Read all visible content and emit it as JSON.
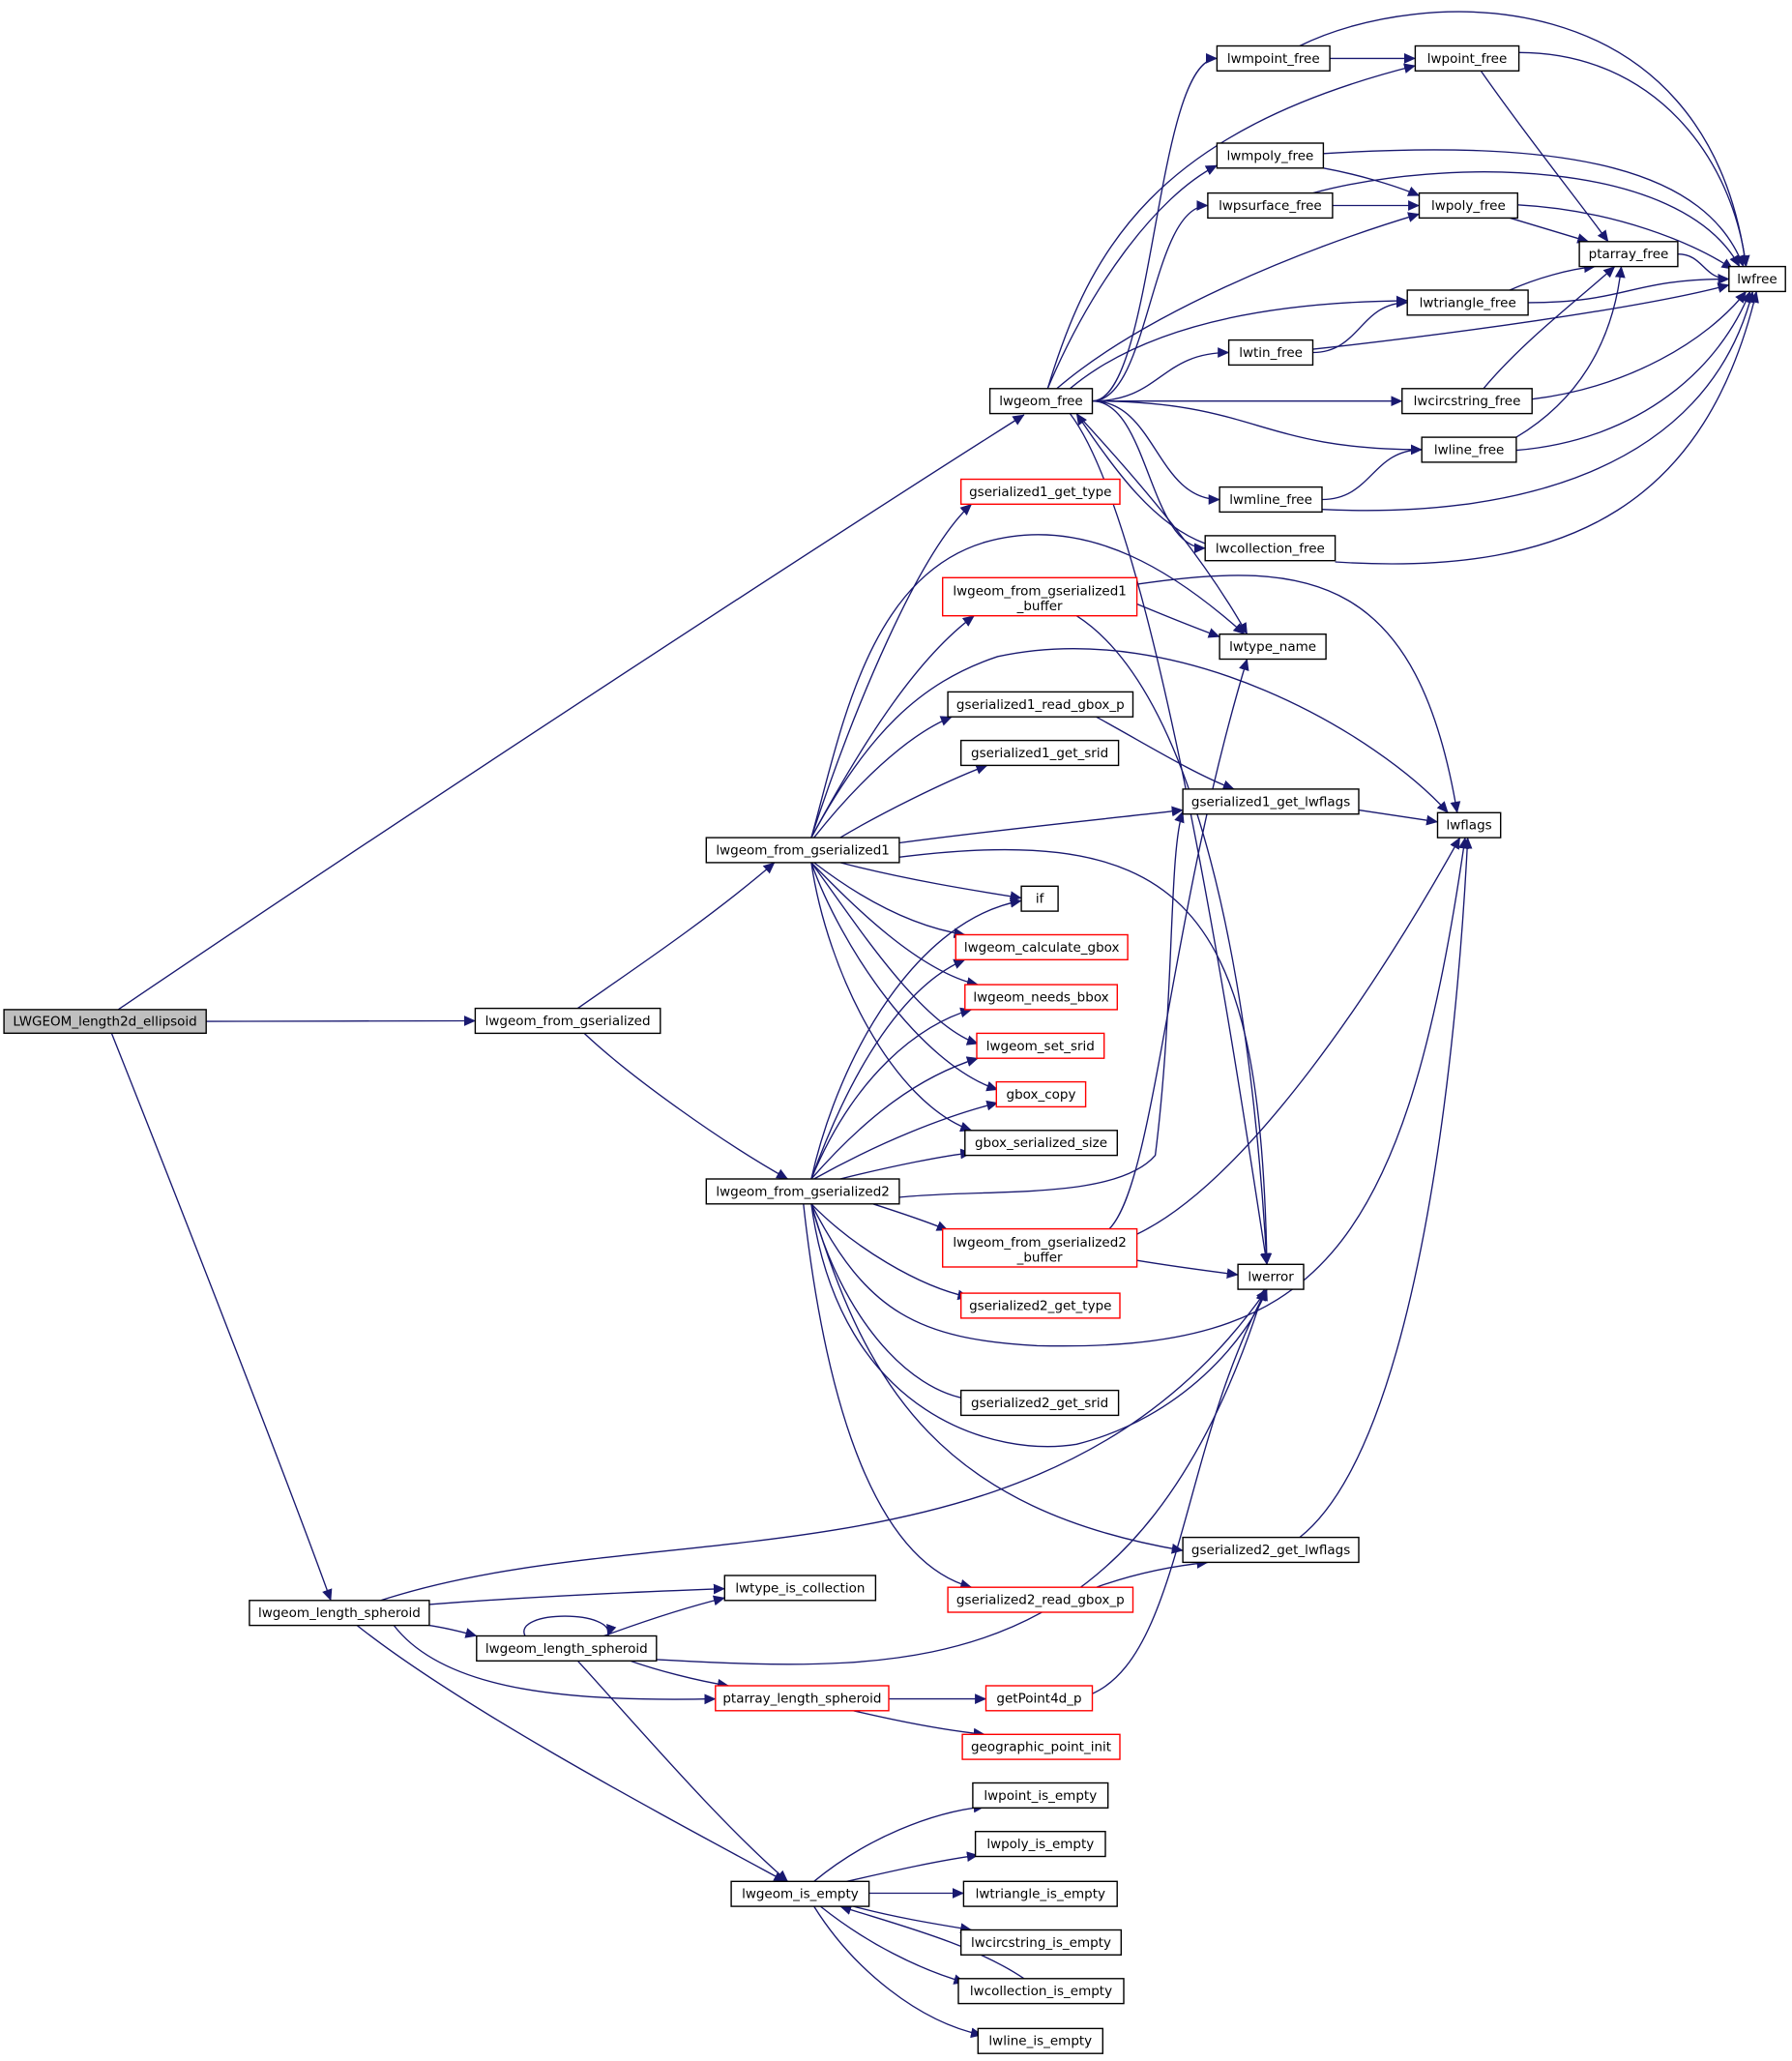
{
  "colors": {
    "edge": "#191970",
    "node_border": "#000000",
    "node_border_incomplete": "#ff0000",
    "node_fill": "#ffffff",
    "root_fill": "#bfbfbf",
    "label": "#000000"
  },
  "nodes": {
    "root": {
      "label": "LWGEOM_length2d_ellipsoid",
      "style": "root"
    },
    "lwgeom_free": {
      "label": "lwgeom_free",
      "style": "normal"
    },
    "lwmpoint_free": {
      "label": "lwmpoint_free",
      "style": "normal"
    },
    "lwpoint_free": {
      "label": "lwpoint_free",
      "style": "normal"
    },
    "lwmpoly_free": {
      "label": "lwmpoly_free",
      "style": "normal"
    },
    "lwpsurface_free": {
      "label": "lwpsurface_free",
      "style": "normal"
    },
    "lwpoly_free": {
      "label": "lwpoly_free",
      "style": "normal"
    },
    "ptarray_free": {
      "label": "ptarray_free",
      "style": "normal"
    },
    "lwfree": {
      "label": "lwfree",
      "style": "normal"
    },
    "lwtriangle_free": {
      "label": "lwtriangle_free",
      "style": "normal"
    },
    "lwtin_free": {
      "label": "lwtin_free",
      "style": "normal"
    },
    "lwcircstring_free": {
      "label": "lwcircstring_free",
      "style": "normal"
    },
    "lwline_free": {
      "label": "lwline_free",
      "style": "normal"
    },
    "lwmline_free": {
      "label": "lwmline_free",
      "style": "normal"
    },
    "lwcollection_free": {
      "label": "lwcollection_free",
      "style": "normal"
    },
    "gserialized1_get_type": {
      "label": "gserialized1_get_type",
      "style": "incomplete"
    },
    "lwgeom_from_gserialized1_buffer": {
      "label": "lwgeom_from_gserialized1",
      "label2": "_buffer",
      "style": "incomplete"
    },
    "lwtype_name": {
      "label": "lwtype_name",
      "style": "normal"
    },
    "gserialized1_read_gbox_p": {
      "label": "gserialized1_read_gbox_p",
      "style": "normal"
    },
    "gserialized1_get_srid": {
      "label": "gserialized1_get_srid",
      "style": "normal"
    },
    "gserialized1_get_lwflags": {
      "label": "gserialized1_get_lwflags",
      "style": "normal"
    },
    "lwflags": {
      "label": "lwflags",
      "style": "normal"
    },
    "lwgeom_from_gserialized1": {
      "label": "lwgeom_from_gserialized1",
      "style": "normal"
    },
    "if": {
      "label": "if",
      "style": "normal"
    },
    "lwgeom_calculate_gbox": {
      "label": "lwgeom_calculate_gbox",
      "style": "incomplete"
    },
    "lwgeom_needs_bbox": {
      "label": "lwgeom_needs_bbox",
      "style": "incomplete"
    },
    "lwgeom_from_gserialized": {
      "label": "lwgeom_from_gserialized",
      "style": "normal"
    },
    "lwgeom_set_srid": {
      "label": "lwgeom_set_srid",
      "style": "incomplete"
    },
    "gbox_copy": {
      "label": "gbox_copy",
      "style": "incomplete"
    },
    "gbox_serialized_size": {
      "label": "gbox_serialized_size",
      "style": "normal"
    },
    "lwgeom_from_gserialized2": {
      "label": "lwgeom_from_gserialized2",
      "style": "normal"
    },
    "lwgeom_from_gserialized2_buffer": {
      "label": "lwgeom_from_gserialized2",
      "label2": "_buffer",
      "style": "incomplete"
    },
    "lwerror": {
      "label": "lwerror",
      "style": "normal"
    },
    "gserialized2_get_type": {
      "label": "gserialized2_get_type",
      "style": "incomplete"
    },
    "gserialized2_get_srid": {
      "label": "gserialized2_get_srid",
      "style": "normal"
    },
    "gserialized2_get_lwflags": {
      "label": "gserialized2_get_lwflags",
      "style": "normal"
    },
    "lwgeom_length_spheroid_outer": {
      "label": "lwgeom_length_spheroid",
      "style": "normal"
    },
    "lwtype_is_collection": {
      "label": "lwtype_is_collection",
      "style": "normal"
    },
    "gserialized2_read_gbox_p": {
      "label": "gserialized2_read_gbox_p",
      "style": "incomplete"
    },
    "lwgeom_length_spheroid_inner": {
      "label": "lwgeom_length_spheroid",
      "style": "normal"
    },
    "ptarray_length_spheroid": {
      "label": "ptarray_length_spheroid",
      "style": "incomplete"
    },
    "getPoint4d_p": {
      "label": "getPoint4d_p",
      "style": "incomplete"
    },
    "geographic_point_init": {
      "label": "geographic_point_init",
      "style": "incomplete"
    },
    "lwpoint_is_empty": {
      "label": "lwpoint_is_empty",
      "style": "normal"
    },
    "lwpoly_is_empty": {
      "label": "lwpoly_is_empty",
      "style": "normal"
    },
    "lwgeom_is_empty": {
      "label": "lwgeom_is_empty",
      "style": "normal"
    },
    "lwtriangle_is_empty": {
      "label": "lwtriangle_is_empty",
      "style": "normal"
    },
    "lwcircstring_is_empty": {
      "label": "lwcircstring_is_empty",
      "style": "normal"
    },
    "lwcollection_is_empty": {
      "label": "lwcollection_is_empty",
      "style": "normal"
    },
    "lwline_is_empty": {
      "label": "lwline_is_empty",
      "style": "normal"
    }
  },
  "edges": [
    [
      "root",
      "lwgeom_free"
    ],
    [
      "root",
      "lwgeom_from_gserialized"
    ],
    [
      "root",
      "lwgeom_length_spheroid_outer"
    ],
    [
      "lwgeom_free",
      "lwmpoint_free"
    ],
    [
      "lwgeom_free",
      "lwpoint_free"
    ],
    [
      "lwgeom_free",
      "lwmpoly_free"
    ],
    [
      "lwgeom_free",
      "lwpsurface_free"
    ],
    [
      "lwgeom_free",
      "lwpoly_free"
    ],
    [
      "lwgeom_free",
      "lwtriangle_free"
    ],
    [
      "lwgeom_free",
      "lwtin_free"
    ],
    [
      "lwgeom_free",
      "lwcircstring_free"
    ],
    [
      "lwgeom_free",
      "lwline_free"
    ],
    [
      "lwgeom_free",
      "lwmline_free"
    ],
    [
      "lwgeom_free",
      "lwcollection_free"
    ],
    [
      "lwgeom_free",
      "lwtype_name"
    ],
    [
      "lwgeom_free",
      "lwerror"
    ],
    [
      "lwmpoint_free",
      "lwpoint_free"
    ],
    [
      "lwmpoint_free",
      "lwfree"
    ],
    [
      "lwpoint_free",
      "ptarray_free"
    ],
    [
      "lwpoint_free",
      "lwfree"
    ],
    [
      "lwmpoly_free",
      "lwpoly_free"
    ],
    [
      "lwmpoly_free",
      "lwfree"
    ],
    [
      "lwpsurface_free",
      "lwpoly_free"
    ],
    [
      "lwpsurface_free",
      "lwfree"
    ],
    [
      "lwpoly_free",
      "ptarray_free"
    ],
    [
      "lwpoly_free",
      "lwfree"
    ],
    [
      "ptarray_free",
      "lwfree"
    ],
    [
      "lwtriangle_free",
      "ptarray_free"
    ],
    [
      "lwtriangle_free",
      "lwfree"
    ],
    [
      "lwtin_free",
      "lwtriangle_free"
    ],
    [
      "lwtin_free",
      "lwfree"
    ],
    [
      "lwcircstring_free",
      "ptarray_free"
    ],
    [
      "lwcircstring_free",
      "lwfree"
    ],
    [
      "lwline_free",
      "ptarray_free"
    ],
    [
      "lwline_free",
      "lwfree"
    ],
    [
      "lwmline_free",
      "lwline_free"
    ],
    [
      "lwmline_free",
      "lwfree"
    ],
    [
      "lwcollection_free",
      "lwgeom_free"
    ],
    [
      "lwcollection_free",
      "lwfree"
    ],
    [
      "lwgeom_from_gserialized",
      "lwgeom_from_gserialized1"
    ],
    [
      "lwgeom_from_gserialized",
      "lwgeom_from_gserialized2"
    ],
    [
      "lwgeom_from_gserialized1",
      "gserialized1_get_type"
    ],
    [
      "lwgeom_from_gserialized1",
      "lwgeom_from_gserialized1_buffer"
    ],
    [
      "lwgeom_from_gserialized1",
      "lwtype_name"
    ],
    [
      "lwgeom_from_gserialized1",
      "gserialized1_read_gbox_p"
    ],
    [
      "lwgeom_from_gserialized1",
      "gserialized1_get_srid"
    ],
    [
      "lwgeom_from_gserialized1",
      "gserialized1_get_lwflags"
    ],
    [
      "lwgeom_from_gserialized1",
      "lwflags"
    ],
    [
      "lwgeom_from_gserialized1",
      "if"
    ],
    [
      "lwgeom_from_gserialized1",
      "lwgeom_calculate_gbox"
    ],
    [
      "lwgeom_from_gserialized1",
      "lwgeom_needs_bbox"
    ],
    [
      "lwgeom_from_gserialized1",
      "lwgeom_set_srid"
    ],
    [
      "lwgeom_from_gserialized1",
      "gbox_copy"
    ],
    [
      "lwgeom_from_gserialized1",
      "gbox_serialized_size"
    ],
    [
      "lwgeom_from_gserialized1",
      "lwerror"
    ],
    [
      "lwgeom_from_gserialized1_buffer",
      "lwtype_name"
    ],
    [
      "lwgeom_from_gserialized1_buffer",
      "lwflags"
    ],
    [
      "lwgeom_from_gserialized1_buffer",
      "lwerror"
    ],
    [
      "gserialized1_read_gbox_p",
      "gserialized1_get_lwflags"
    ],
    [
      "gserialized1_get_lwflags",
      "lwflags"
    ],
    [
      "lwgeom_from_gserialized2",
      "if"
    ],
    [
      "lwgeom_from_gserialized2",
      "lwgeom_calculate_gbox"
    ],
    [
      "lwgeom_from_gserialized2",
      "lwgeom_needs_bbox"
    ],
    [
      "lwgeom_from_gserialized2",
      "lwgeom_set_srid"
    ],
    [
      "lwgeom_from_gserialized2",
      "gbox_copy"
    ],
    [
      "lwgeom_from_gserialized2",
      "gbox_serialized_size"
    ],
    [
      "lwgeom_from_gserialized2",
      "gserialized1_get_lwflags"
    ],
    [
      "lwgeom_from_gserialized2",
      "lwgeom_from_gserialized2_buffer"
    ],
    [
      "lwgeom_from_gserialized2",
      "gserialized2_get_type"
    ],
    [
      "lwgeom_from_gserialized2",
      "lwflags"
    ],
    [
      "lwgeom_from_gserialized2",
      "gserialized2_get_srid"
    ],
    [
      "lwgeom_from_gserialized2",
      "lwerror"
    ],
    [
      "lwgeom_from_gserialized2",
      "gserialized2_get_lwflags"
    ],
    [
      "lwgeom_from_gserialized2",
      "gserialized2_read_gbox_p"
    ],
    [
      "lwgeom_from_gserialized2_buffer",
      "lwtype_name"
    ],
    [
      "lwgeom_from_gserialized2_buffer",
      "lwflags"
    ],
    [
      "lwgeom_from_gserialized2_buffer",
      "lwerror"
    ],
    [
      "gserialized2_get_lwflags",
      "lwflags"
    ],
    [
      "gserialized2_read_gbox_p",
      "gserialized2_get_lwflags"
    ],
    [
      "lwgeom_length_spheroid_outer",
      "lwerror"
    ],
    [
      "lwgeom_length_spheroid_outer",
      "lwtype_is_collection"
    ],
    [
      "lwgeom_length_spheroid_outer",
      "lwgeom_length_spheroid_inner"
    ],
    [
      "lwgeom_length_spheroid_outer",
      "ptarray_length_spheroid"
    ],
    [
      "lwgeom_length_spheroid_outer",
      "lwgeom_is_empty"
    ],
    [
      "lwgeom_length_spheroid_inner",
      "lwgeom_length_spheroid_inner"
    ],
    [
      "lwgeom_length_spheroid_inner",
      "lwtype_is_collection"
    ],
    [
      "lwgeom_length_spheroid_inner",
      "lwerror"
    ],
    [
      "lwgeom_length_spheroid_inner",
      "ptarray_length_spheroid"
    ],
    [
      "lwgeom_length_spheroid_inner",
      "lwgeom_is_empty"
    ],
    [
      "ptarray_length_spheroid",
      "getPoint4d_p"
    ],
    [
      "ptarray_length_spheroid",
      "geographic_point_init"
    ],
    [
      "getPoint4d_p",
      "lwerror"
    ],
    [
      "lwgeom_is_empty",
      "lwpoint_is_empty"
    ],
    [
      "lwgeom_is_empty",
      "lwpoly_is_empty"
    ],
    [
      "lwgeom_is_empty",
      "lwtriangle_is_empty"
    ],
    [
      "lwgeom_is_empty",
      "lwcircstring_is_empty"
    ],
    [
      "lwgeom_is_empty",
      "lwcollection_is_empty"
    ],
    [
      "lwgeom_is_empty",
      "lwline_is_empty"
    ],
    [
      "lwcollection_is_empty",
      "lwgeom_is_empty"
    ]
  ]
}
